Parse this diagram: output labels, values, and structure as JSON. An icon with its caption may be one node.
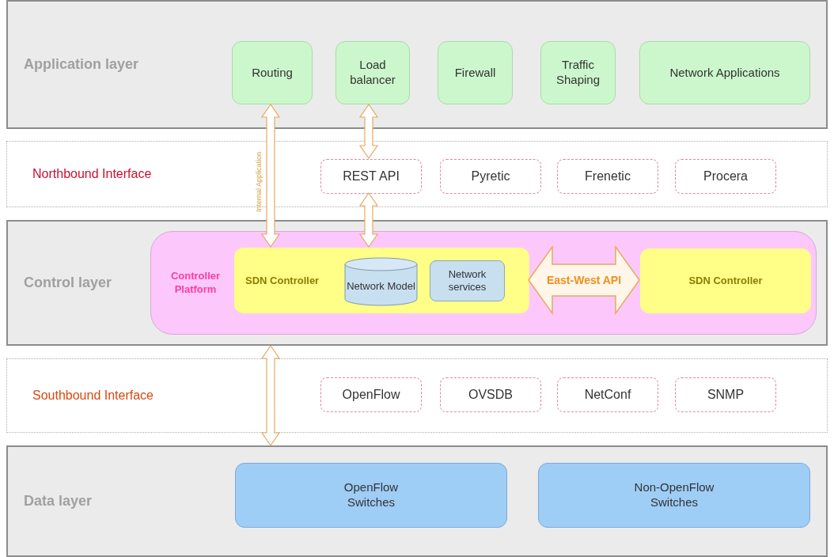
{
  "diagram": {
    "nodes": [
      {
        "text": [
          "Application layer"
        ]
      },
      {
        "text": [
          "Routing"
        ],
        "in": 0
      },
      {
        "text": [
          "Load balancer"
        ],
        "in": 0
      },
      {
        "text": [
          "Firewall"
        ],
        "in": 0
      },
      {
        "text": [
          "Traffic Shaping"
        ],
        "in": 0
      },
      {
        "text": [
          "Network Applications"
        ],
        "in": 0
      },
      {
        "text": [
          "Northbound Interface"
        ]
      },
      {
        "text": [
          "REST API"
        ],
        "in": 6
      },
      {
        "text": [
          "Pyretic"
        ],
        "in": 6
      },
      {
        "text": [
          "Frenetic"
        ],
        "in": 6
      },
      {
        "text": [
          "Procera"
        ],
        "in": 6
      },
      {
        "text": [
          "Control layer"
        ]
      },
      {
        "text": [
          "Controller Platform"
        ],
        "in": 11
      },
      {
        "text": [
          "SDN Controller"
        ],
        "in": 12
      },
      {
        "text": [
          "Network Model"
        ],
        "in": 13
      },
      {
        "text": [
          "Network services"
        ],
        "in": 13
      },
      {
        "text": [
          "SDN Controller"
        ],
        "in": 12
      },
      {
        "text": [
          "Southbound Interface"
        ]
      },
      {
        "text": [
          "OpenFlow"
        ],
        "in": 17
      },
      {
        "text": [
          "OVSDB"
        ],
        "in": 17
      },
      {
        "text": [
          "NetConf"
        ],
        "in": 17
      },
      {
        "text": [
          "SNMP"
        ],
        "in": 17
      },
      {
        "text": [
          "Data layer"
        ]
      },
      {
        "text": [
          "OpenFlow Switches"
        ],
        "in": 22
      },
      {
        "text": [
          "Non-OpenFlow Switches"
        ],
        "in": 22
      }
    ],
    "edges": [
      {
        "from": 1,
        "to": 13,
        "arrow": "both",
        "label": "Internal Application"
      },
      {
        "from": 2,
        "to": 7,
        "arrow": "both"
      },
      {
        "from": 7,
        "to": 13,
        "arrow": "both"
      },
      {
        "from": 13,
        "to": 16,
        "arrow": "both",
        "label": "East-West API",
        "style": "thick"
      },
      {
        "from": 11,
        "to": 22,
        "arrow": "both"
      }
    ]
  }
}
